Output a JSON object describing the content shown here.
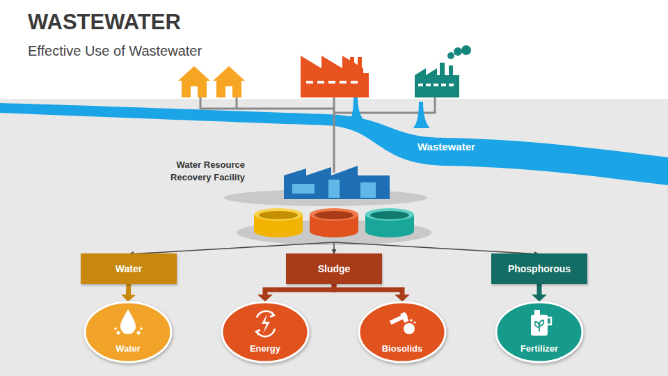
{
  "diagram": {
    "title": "WASTEWATER",
    "nodes": [
      {
        "text": [
          "Water Resource Recovery Facility"
        ]
      },
      {
        "text": [
          "Water"
        ]
      },
      {
        "text": [
          "Sludge"
        ]
      },
      {
        "text": [
          "Phosphorous"
        ]
      },
      {
        "text": [
          "Water"
        ]
      },
      {
        "text": [
          "Energy"
        ]
      },
      {
        "text": [
          "Biosolids"
        ]
      },
      {
        "text": [
          "Fertilizer"
        ]
      }
    ],
    "edges": [
      {
        "from": 0,
        "to": 1,
        "arrow": "to"
      },
      {
        "from": 0,
        "to": 2,
        "arrow": "to"
      },
      {
        "from": 0,
        "to": 3,
        "arrow": "to"
      },
      {
        "from": 1,
        "to": 4,
        "arrow": "to"
      },
      {
        "from": 2,
        "to": 5,
        "arrow": "to"
      },
      {
        "from": 2,
        "to": 6,
        "arrow": "to"
      },
      {
        "from": 3,
        "to": 7,
        "arrow": "to"
      }
    ],
    "labels": [
      "Effective Use of Wastewater",
      "Wastewater"
    ]
  }
}
